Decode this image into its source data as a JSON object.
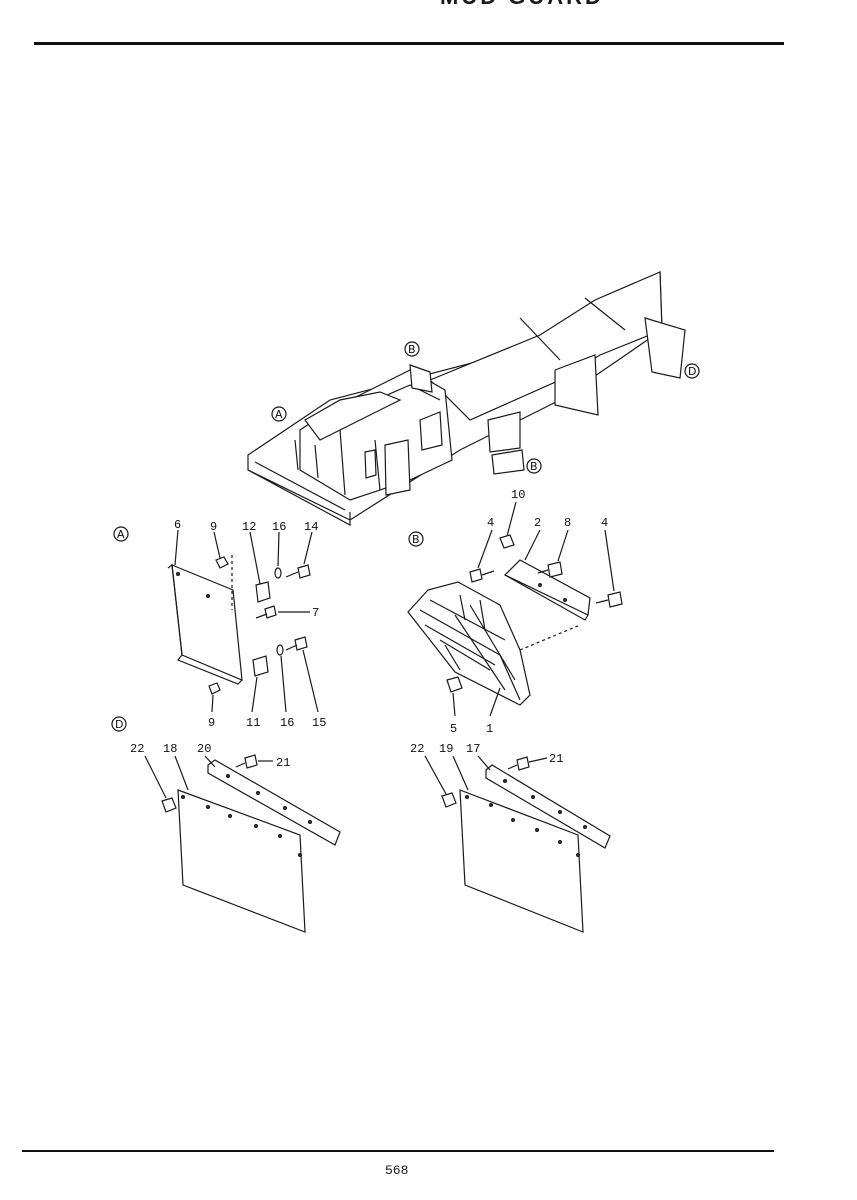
{
  "header": {
    "title_fragment": "MUD  GUARD"
  },
  "footer": {
    "page_number": "568"
  },
  "views": {
    "overview": {
      "A": "A",
      "B1": "B",
      "B2": "B",
      "D": "D"
    },
    "A": {
      "marker": "A",
      "labels": [
        "6",
        "9",
        "12",
        "16",
        "14",
        "7",
        "9",
        "11",
        "16",
        "15"
      ]
    },
    "B": {
      "marker": "B",
      "labels": [
        "10",
        "4",
        "2",
        "8",
        "4",
        "5",
        "1"
      ]
    },
    "D": {
      "marker": "D",
      "labels": [
        "22",
        "18",
        "20",
        "21",
        "22",
        "19",
        "17",
        "21"
      ]
    }
  }
}
